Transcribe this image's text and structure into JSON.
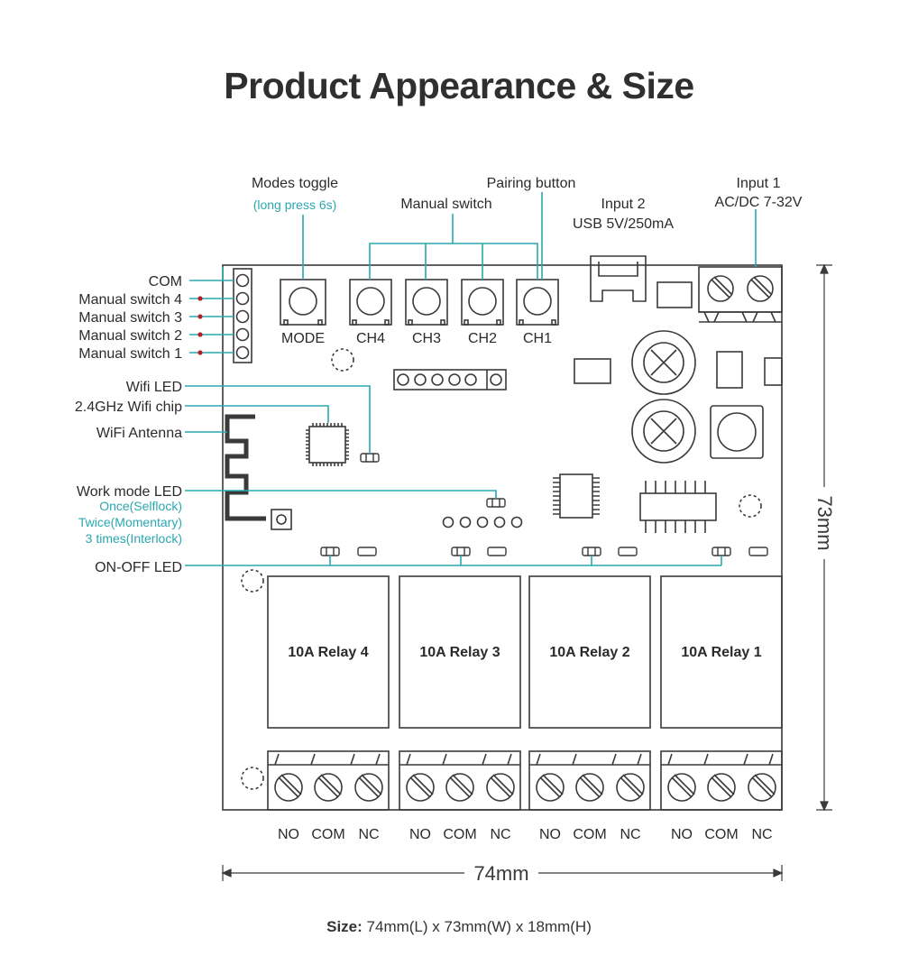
{
  "title": "Product Appearance & Size",
  "colors": {
    "board": "#3a3a3a",
    "callout": "#2aa8b0",
    "dot": "#b0202a",
    "text": "#2b2b2b"
  },
  "top_labels": {
    "modes_toggle": "Modes toggle",
    "modes_toggle_note": "(long press 6s)",
    "manual_switch": "Manual switch",
    "pairing_button": "Pairing button",
    "input2_title": "Input 2",
    "input2_spec": "USB 5V/250mA",
    "input1_title": "Input 1",
    "input1_spec": "AC/DC 7-32V"
  },
  "left_labels": {
    "com": "COM",
    "manual_switch_4": "Manual switch 4",
    "manual_switch_3": "Manual switch 3",
    "manual_switch_2": "Manual switch 2",
    "manual_switch_1": "Manual switch 1",
    "wifi_led": "Wifi LED",
    "wifi_chip": "2.4GHz Wifi chip",
    "wifi_antenna": "WiFi Antenna",
    "work_mode_led": "Work mode LED",
    "mode_once": "Once(Selflock)",
    "mode_twice": "Twice(Momentary)",
    "mode_three": "3 times(Interlock)",
    "on_off_led": "ON-OFF LED"
  },
  "buttons": {
    "mode": "MODE",
    "ch4": "CH4",
    "ch3": "CH3",
    "ch2": "CH2",
    "ch1": "CH1"
  },
  "relays": [
    "10A Relay 4",
    "10A Relay 3",
    "10A Relay 2",
    "10A Relay 1"
  ],
  "terminals": {
    "no": "NO",
    "com": "COM",
    "nc": "NC"
  },
  "dimensions": {
    "width": "74mm",
    "height": "73mm"
  },
  "size": {
    "label": "Size:",
    "value": " 74mm(L) x 73mm(W) x 18mm(H)"
  }
}
